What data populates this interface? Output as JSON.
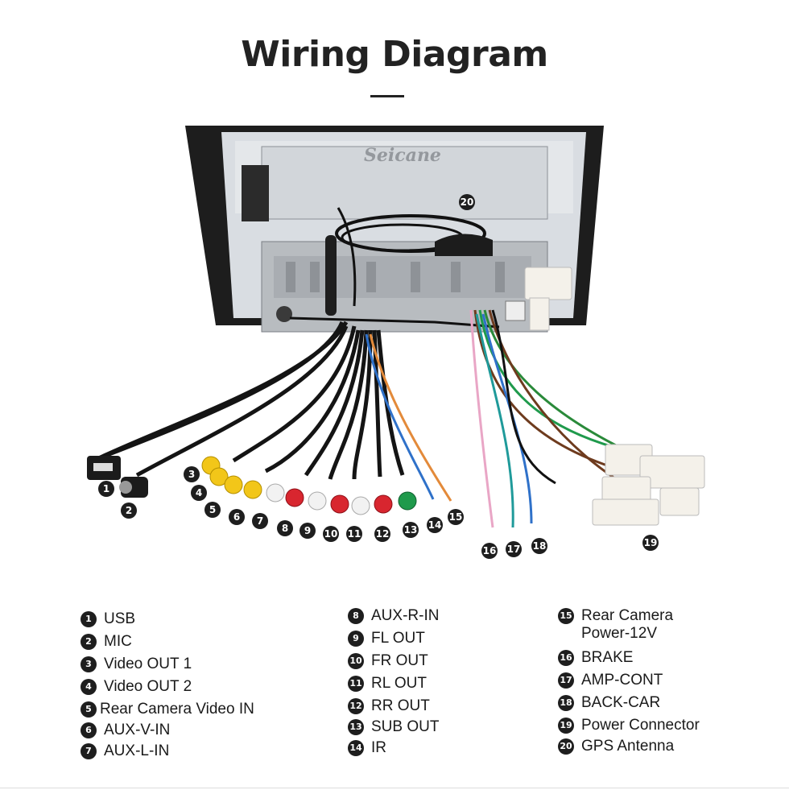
{
  "title": "Wiring Diagram",
  "brand_watermark": "Seicane",
  "callouts": [
    "1",
    "2",
    "3",
    "4",
    "5",
    "6",
    "7",
    "8",
    "9",
    "10",
    "11",
    "12",
    "13",
    "14",
    "15",
    "16",
    "17",
    "18",
    "19",
    "20"
  ],
  "legend": {
    "col1": [
      {
        "num": "1",
        "label": "USB"
      },
      {
        "num": "2",
        "label": "MIC"
      },
      {
        "num": "3",
        "label": "Video OUT 1"
      },
      {
        "num": "4",
        "label": "Video OUT 2"
      },
      {
        "num": "5",
        "label": "Rear Camera Video IN"
      },
      {
        "num": "6",
        "label": "AUX-V-IN"
      },
      {
        "num": "7",
        "label": "AUX-L-IN"
      }
    ],
    "col2": [
      {
        "num": "8",
        "label": "AUX-R-IN"
      },
      {
        "num": "9",
        "label": "FL OUT"
      },
      {
        "num": "10",
        "label": "FR OUT"
      },
      {
        "num": "11",
        "label": "RL OUT"
      },
      {
        "num": "12",
        "label": "RR OUT"
      },
      {
        "num": "13",
        "label": "SUB OUT"
      },
      {
        "num": "14",
        "label": "IR"
      }
    ],
    "col3": [
      {
        "num": "15",
        "label": "Rear Camera\nPower-12V"
      },
      {
        "num": "16",
        "label": "BRAKE"
      },
      {
        "num": "17",
        "label": "AMP-CONT"
      },
      {
        "num": "18",
        "label": "BACK-CAR"
      },
      {
        "num": "19",
        "label": "Power Connector"
      },
      {
        "num": "20",
        "label": "GPS Antenna"
      }
    ]
  },
  "colors": {
    "red_rca": "#d8262f",
    "white_rca": "#f2f2f2",
    "yellow_rca": "#f2c619",
    "green_rca": "#1f9a4c",
    "frame": "#1c1c1c",
    "chassis": "#bfc4c9"
  }
}
